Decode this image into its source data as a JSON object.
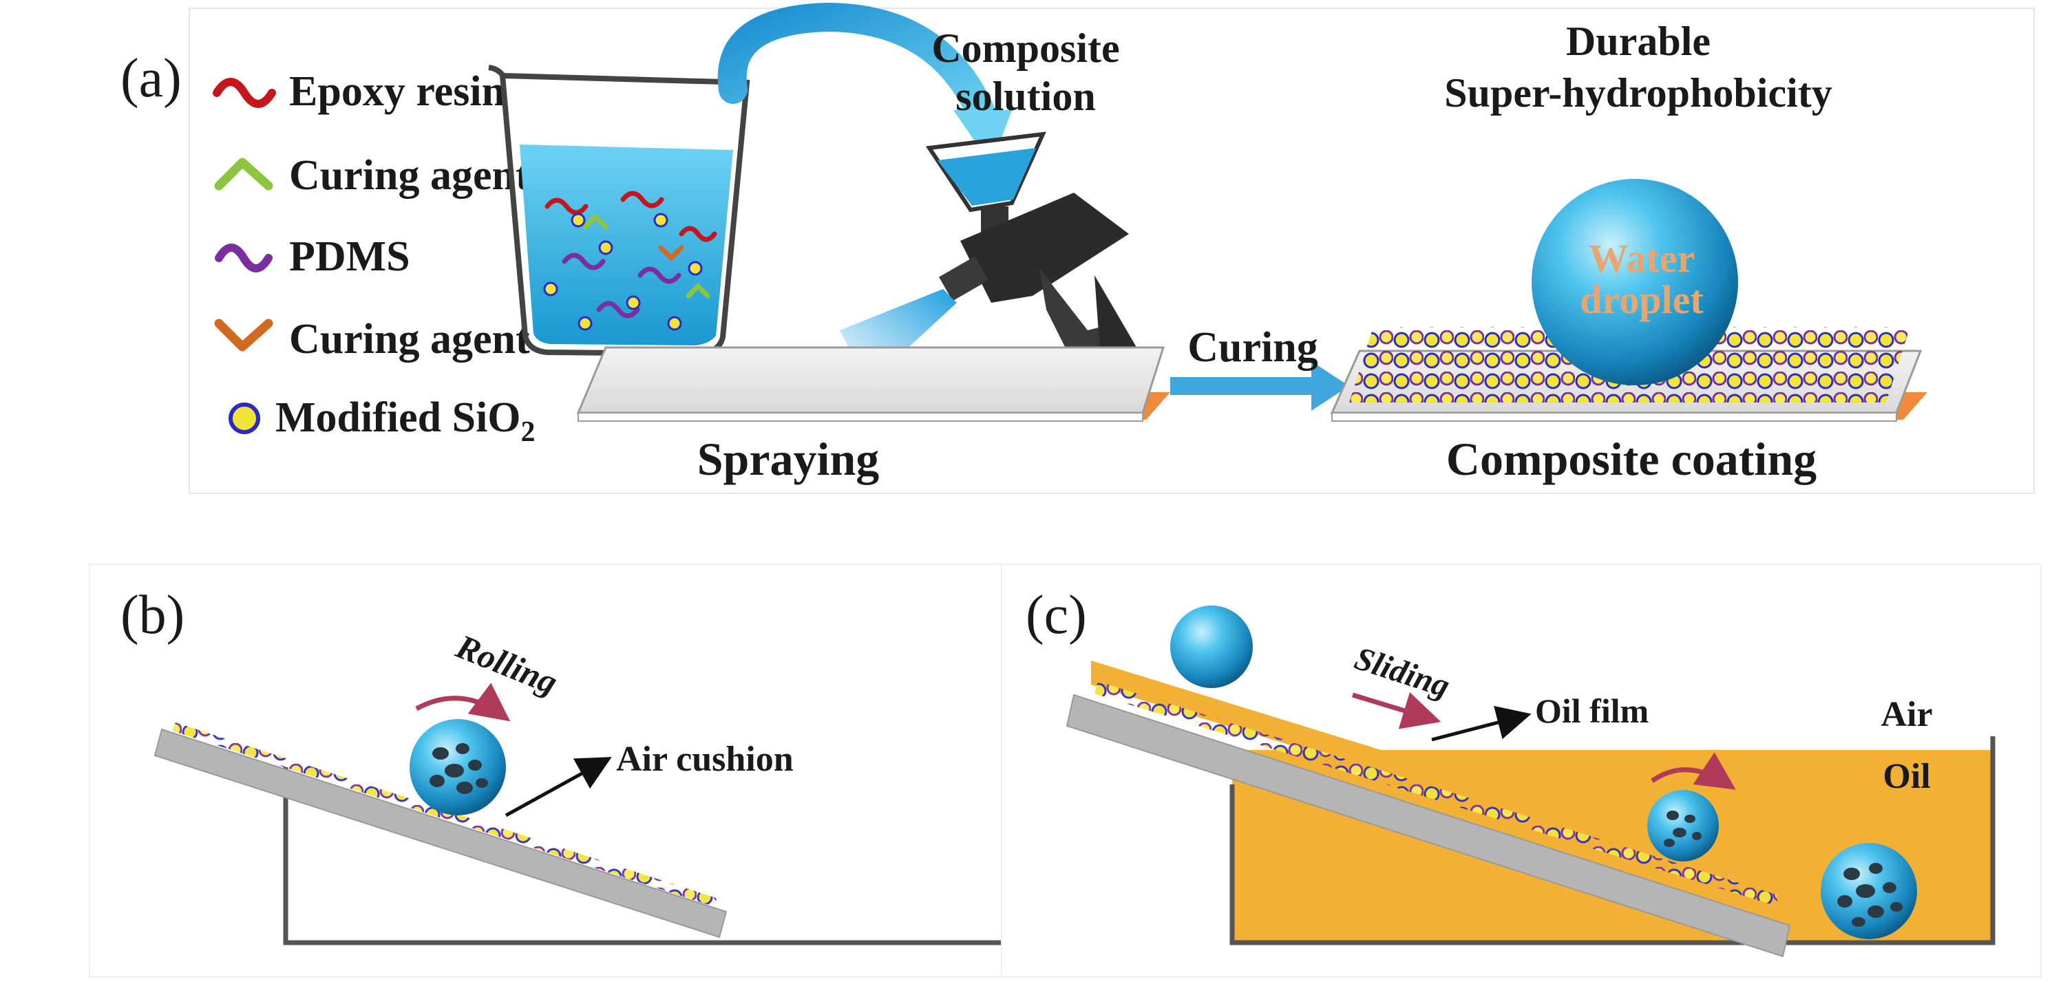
{
  "panels": {
    "a": {
      "letter": "(a)",
      "legend": [
        {
          "label": "Epoxy resin",
          "icon": "red-wave-icon",
          "color": "#c4161c"
        },
        {
          "label": "Curing agent",
          "icon": "green-chevron-icon",
          "color": "#8cc63f"
        },
        {
          "label": "PDMS",
          "icon": "purple-wave-icon",
          "color": "#7b2f9e"
        },
        {
          "label": "Curing agent",
          "icon": "orange-chevron-icon",
          "color": "#d2691e"
        },
        {
          "label_main": "Modified SiO",
          "label_sub": "2",
          "icon": "yellow-particle-icon",
          "color": "#f2e33a"
        }
      ],
      "composite_line1": "Composite",
      "composite_line2": "solution",
      "durable_line1": "Durable",
      "durable_line2": "Super-hydrophobicity",
      "curing": "Curing",
      "spraying": "Spraying",
      "composite_coating": "Composite coating",
      "droplet_line1": "Water",
      "droplet_line2": "droplet"
    },
    "b": {
      "letter": "(b)",
      "rolling": "Rolling",
      "air_cushion": "Air cushion"
    },
    "c": {
      "letter": "(c)",
      "sliding": "Sliding",
      "oil_film": "Oil film",
      "air": "Air",
      "oil": "Oil"
    }
  },
  "colors": {
    "water": "#29a9d9",
    "oil": "#f2b134",
    "substrate": "#b5b5b5",
    "substrate_edge": "#f08a3a",
    "arrow": "#3fa6de",
    "curved_arrow": "#b03a5a"
  }
}
